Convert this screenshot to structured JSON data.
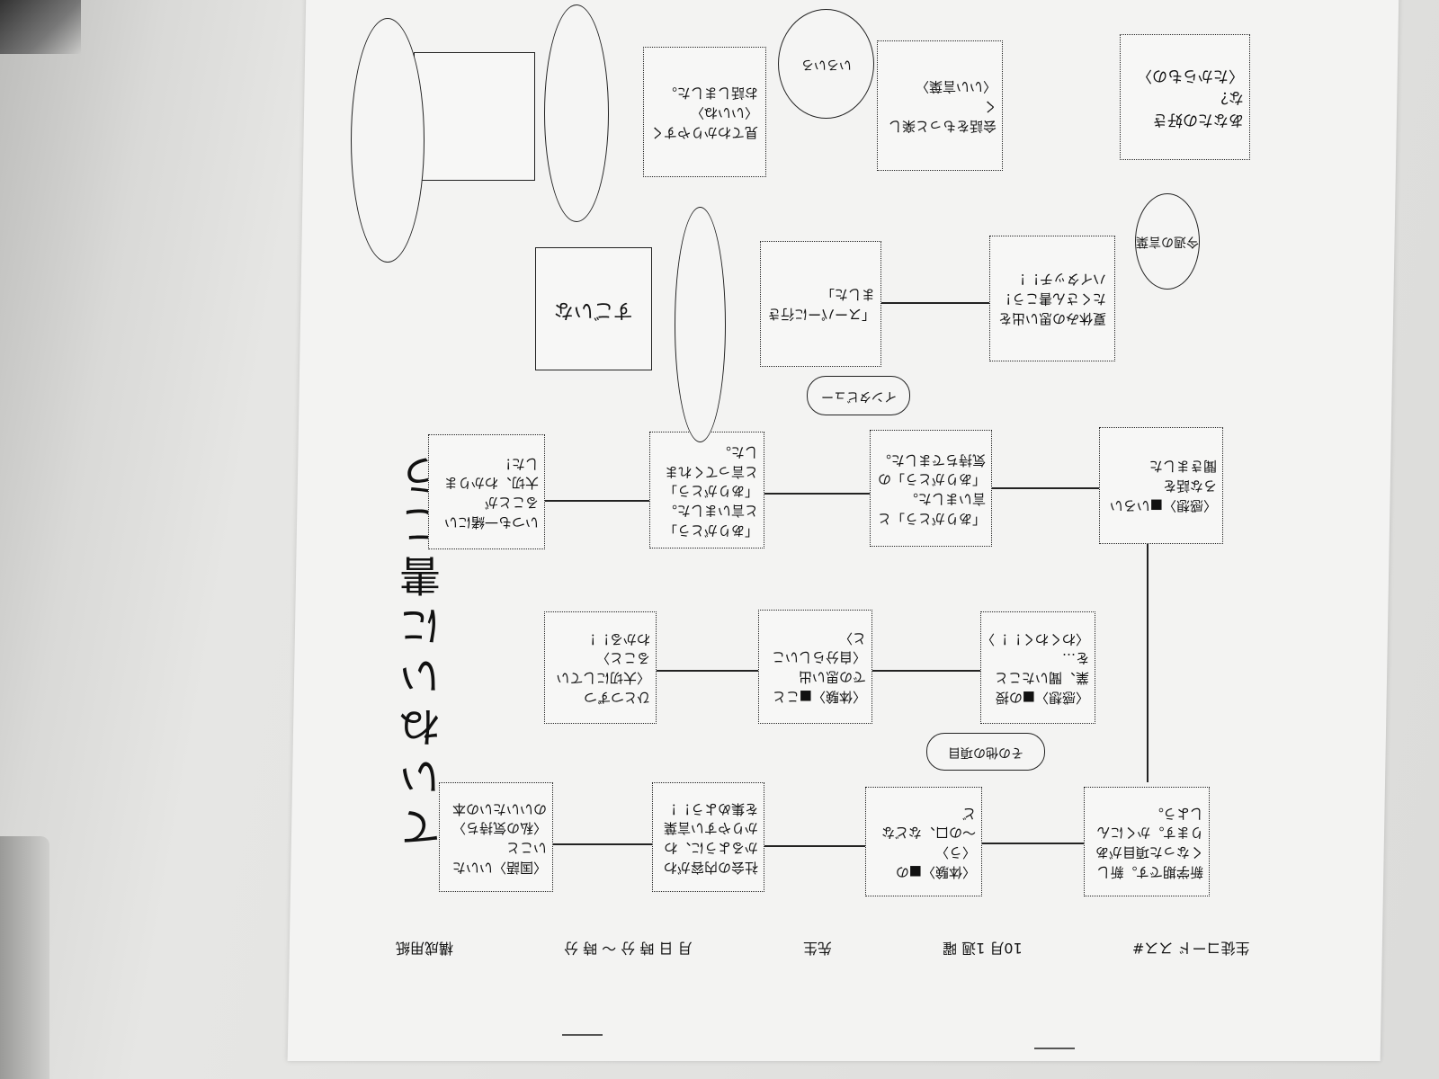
{
  "header": {
    "form_title": "構成用紙",
    "student_code": "生徒コード スス#",
    "date": "10月 1週 曜",
    "teacher": "先生",
    "time": "月 日 時 分 ～ 時 分"
  },
  "big_title": "ていねいに書こう",
  "rows": [
    [
      "新学期です。新しくなった項目があります。かくにんしよう。",
      "〈体験〉■の〈う〉\n～の口、などなど",
      "社会の内容がわかるように、わかりやすい言葉を集めよう！！",
      "〈国語〉いいたいこと\n〈私の気持ち〉\nのいいたいの本"
    ],
    [
      "〈感想〉■の授業、聞いたことを…\n〈わくわく！！〉",
      "〈体験〉■ことでの思い出\n〈自分らしいこと〉",
      "ひとつずつ\n〈大切にしていること〉\nわかる！！"
    ],
    [
      "〈感想〉■いろいろな話を\n聞きました",
      "「ありがとう」と言いました。\n「ありがとう」の気持ちでました。",
      "「ありがとう」と言いました。\n「ありがとう」と言ってくれました。",
      "いつも一緒にいることが\n大切、わかりました！"
    ],
    [
      "夏休みの思い出を\nたくさん書こう！\nハイタッチ！！",
      "「スーパーに行きました」",
      "すごいな"
    ],
    [
      "あなたの好きな？\n〈たからもの〉",
      "会話をもっと楽しく\n〈いい言葉〉",
      "見てわかりやすく\n〈いいね〉\nお話しました。",
      ""
    ]
  ],
  "bubbles": {
    "other_items": "その他の項目",
    "interview": "インタビュー",
    "weekly_words": "今週の言葉",
    "various": "いろいろ"
  }
}
